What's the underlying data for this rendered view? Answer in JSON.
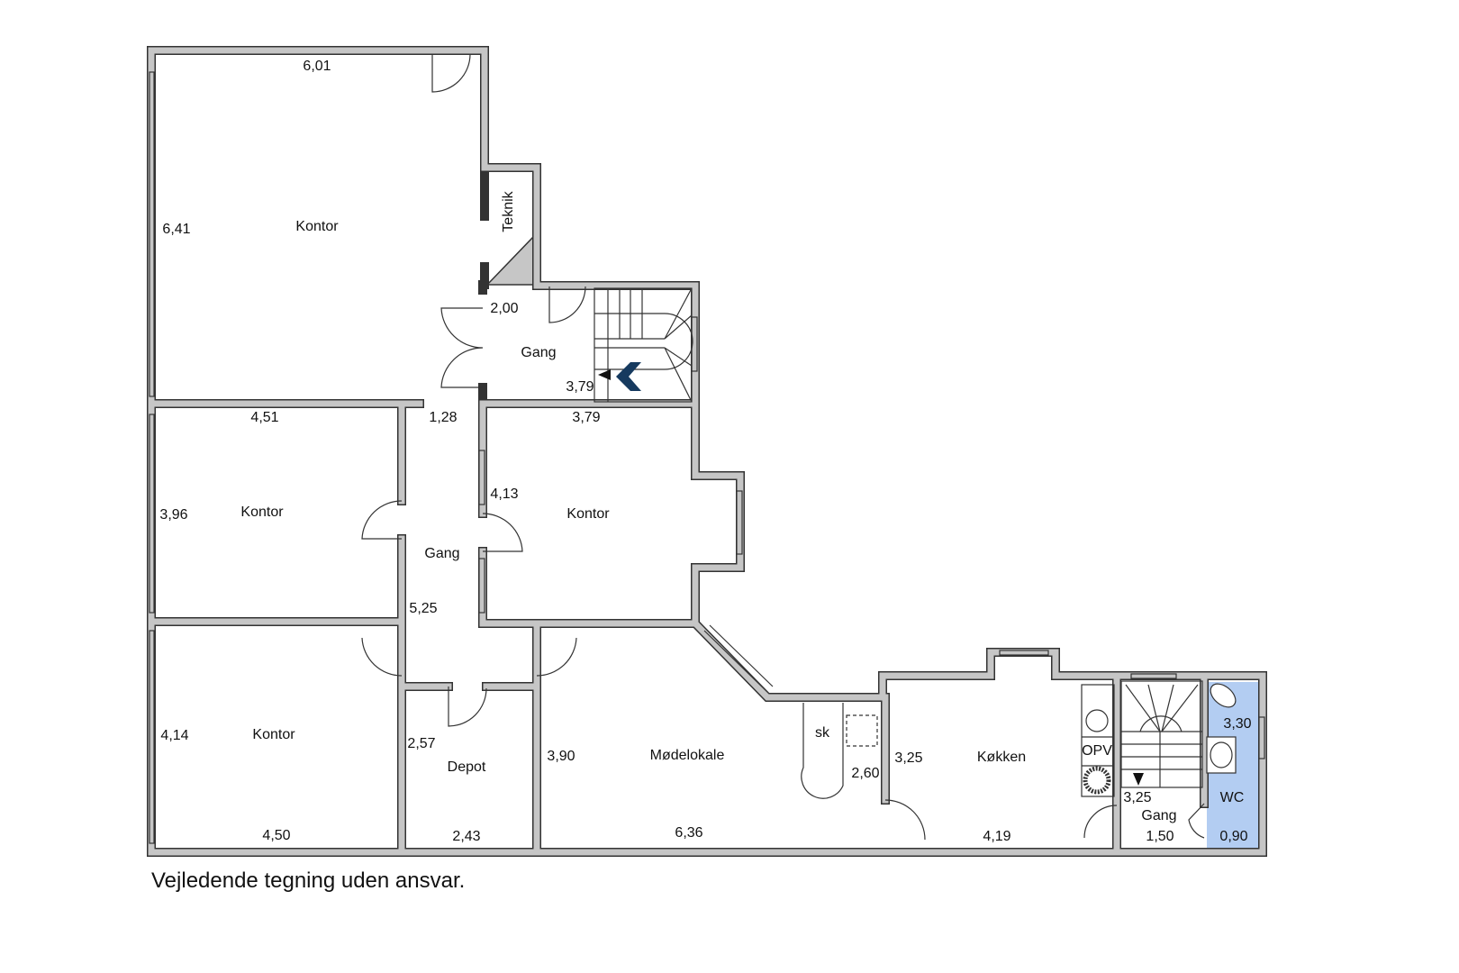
{
  "title": "Floor plan",
  "colors": {
    "wall": "#c6c6c6",
    "wc_fill": "#b3cdf2",
    "marker": "#163a5f"
  },
  "rooms": [
    {
      "name": "Kontor",
      "dims": [
        "6,01",
        "6,41"
      ]
    },
    {
      "name": "Teknik"
    },
    {
      "name": "Gang",
      "dims": [
        "2,00",
        "3,79"
      ]
    },
    {
      "name": "Kontor",
      "dims": [
        "4,51",
        "3,96"
      ]
    },
    {
      "name": "Gang",
      "dims": [
        "1,28",
        "5,25"
      ]
    },
    {
      "name": "Kontor",
      "dims": [
        "3,79",
        "4,13"
      ]
    },
    {
      "name": "Kontor",
      "dims": [
        "4,14",
        "4,50"
      ]
    },
    {
      "name": "Depot",
      "dims": [
        "2,57",
        "2,43"
      ]
    },
    {
      "name": "Mødelokale",
      "dims": [
        "3,90",
        "6,36"
      ]
    },
    {
      "name": "sk",
      "dims": [
        "2,60"
      ]
    },
    {
      "name": "Køkken",
      "dims": [
        "3,25",
        "4,19"
      ]
    },
    {
      "name": "OPV"
    },
    {
      "name": "Gang",
      "dims": [
        "3,25",
        "1,50"
      ]
    },
    {
      "name": "WC",
      "dims": [
        "3,30",
        "0,90"
      ]
    }
  ],
  "caption": "Vejledende tegning uden ansvar."
}
